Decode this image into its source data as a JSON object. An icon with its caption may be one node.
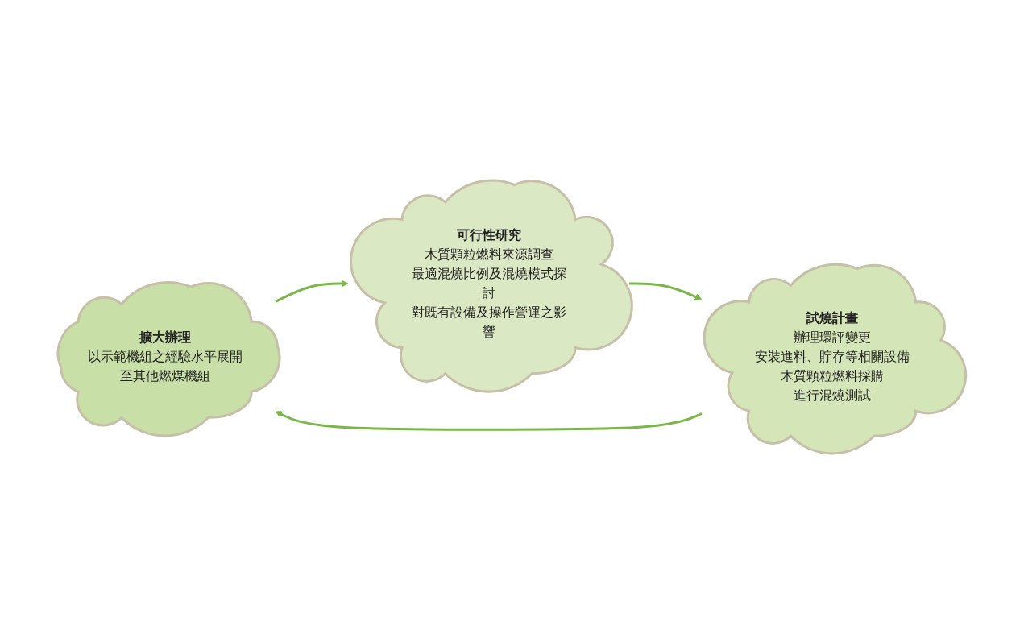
{
  "diagram": {
    "nodes": [
      {
        "text": [
          "擴大辦理",
          "以示範機組之經驗水平展開至其他燃煤機組"
        ]
      },
      {
        "text": [
          "可行性研究",
          "木質顆粒燃料來源調查",
          "最適混燒比例及混燒模式探討",
          "對既有設備及操作營運之影響"
        ]
      },
      {
        "text": [
          "試燒計畫",
          "辦理環評變更",
          "安裝進料、貯存等相關設備",
          "木質顆粒燃料採購",
          "進行混燒測試"
        ]
      }
    ],
    "edges": [
      {
        "from": 0,
        "to": 1,
        "arrow": "to"
      },
      {
        "from": 1,
        "to": 2,
        "arrow": "to"
      },
      {
        "from": 2,
        "to": 0,
        "arrow": "to"
      }
    ]
  }
}
